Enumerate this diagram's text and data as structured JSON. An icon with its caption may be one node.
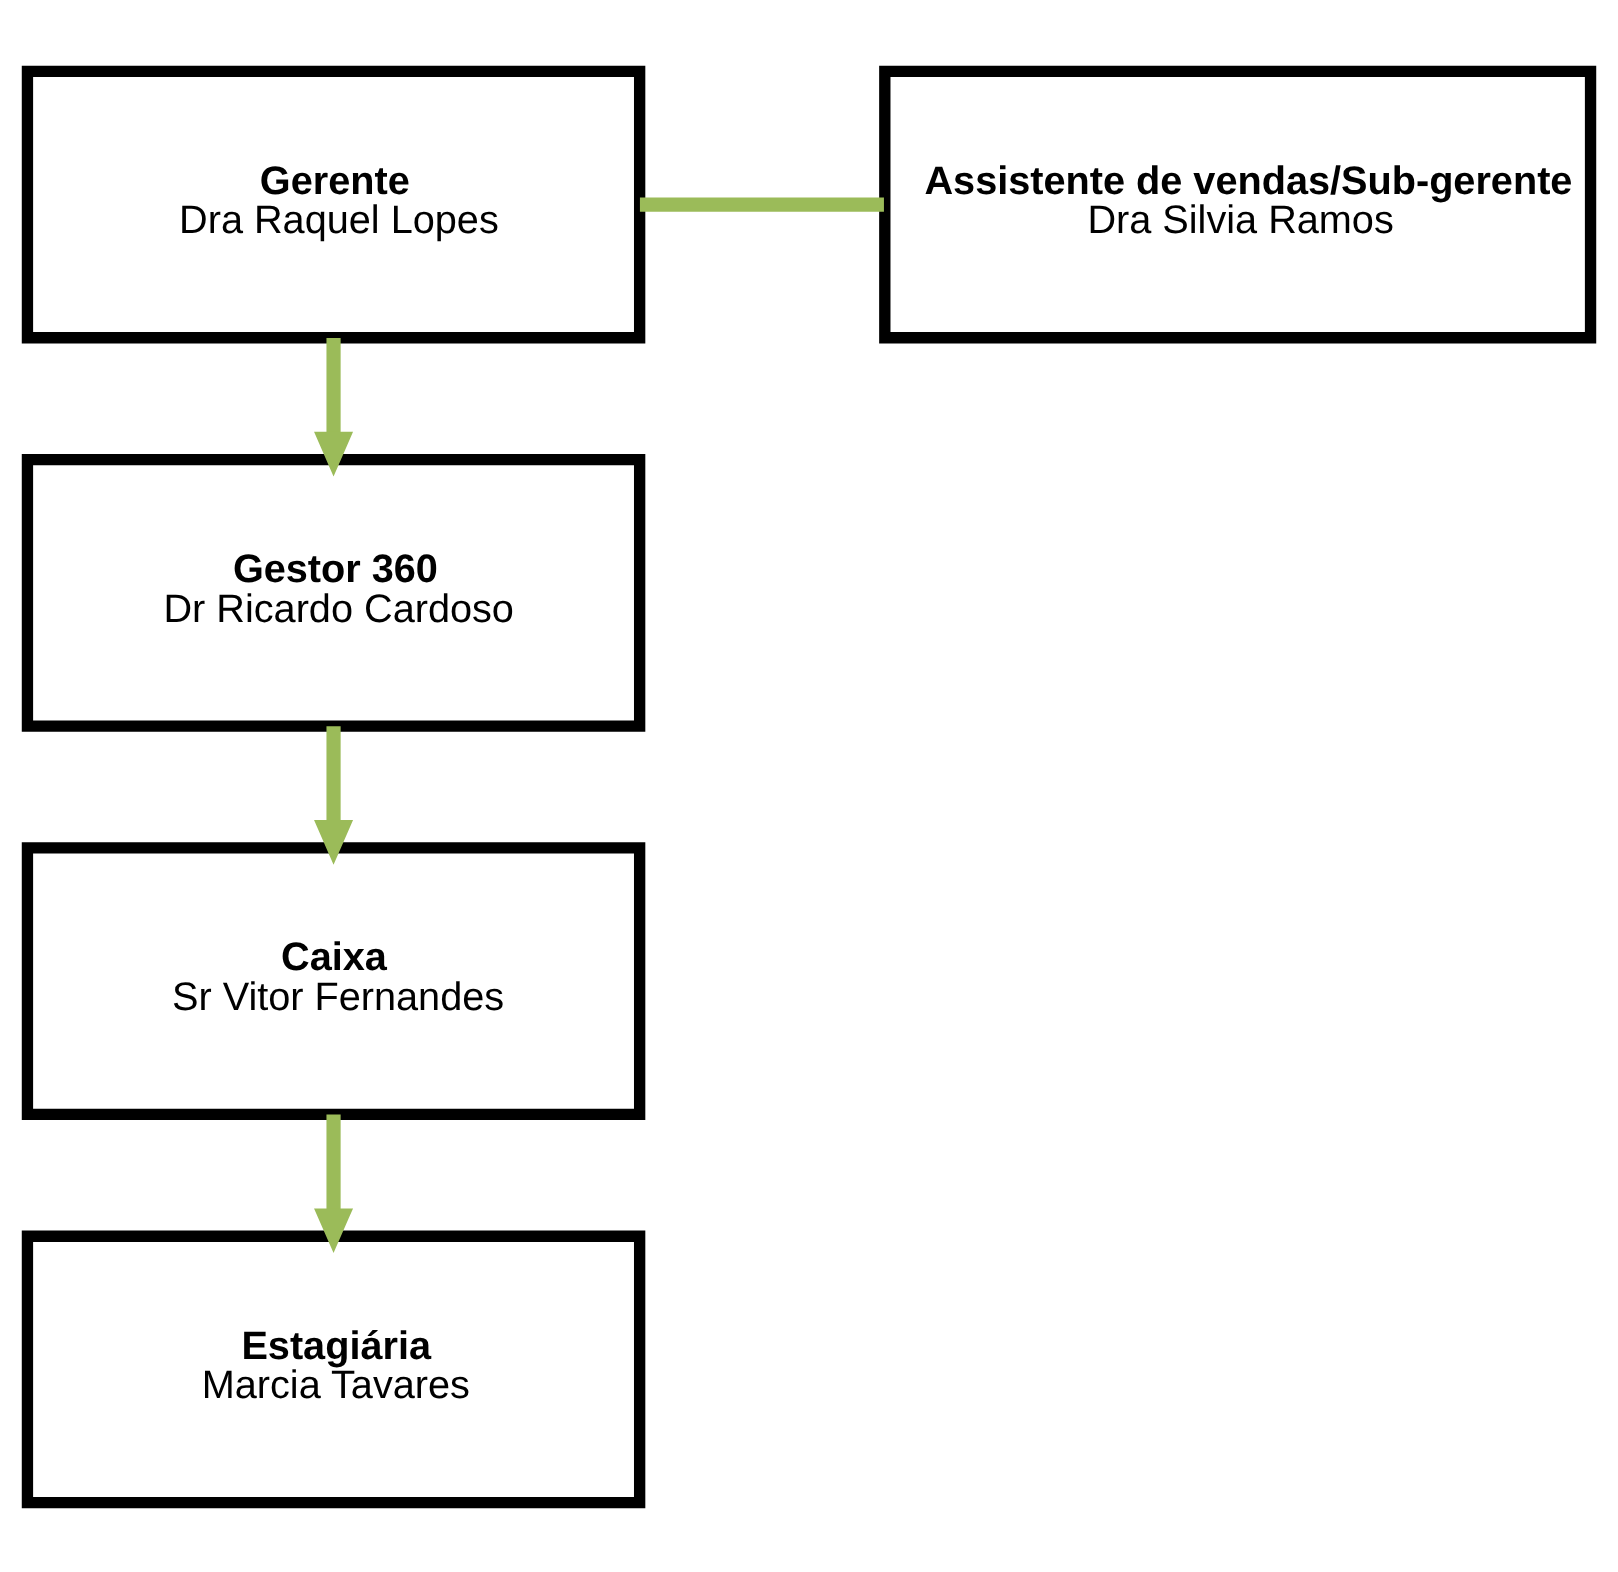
{
  "diagram": {
    "nodes": [
      {
        "text": [
          "Gerente",
          "Dra Raquel Lopes"
        ]
      },
      {
        "text": [
          "Assistente de vendas/Sub-gerente",
          "Dra Silvia Ramos"
        ]
      },
      {
        "text": [
          "Gestor 360",
          "Dr Ricardo Cardoso"
        ]
      },
      {
        "text": [
          "Caixa",
          "Sr Vitor Fernandes"
        ]
      },
      {
        "text": [
          "Estagiária",
          "Marcia Tavares"
        ]
      }
    ],
    "edges": [
      {
        "from": 0,
        "to": 1,
        "arrow": "none"
      },
      {
        "from": 0,
        "to": 2,
        "arrow": "to"
      },
      {
        "from": 2,
        "to": 3,
        "arrow": "to"
      },
      {
        "from": 3,
        "to": 4,
        "arrow": "to"
      }
    ]
  }
}
